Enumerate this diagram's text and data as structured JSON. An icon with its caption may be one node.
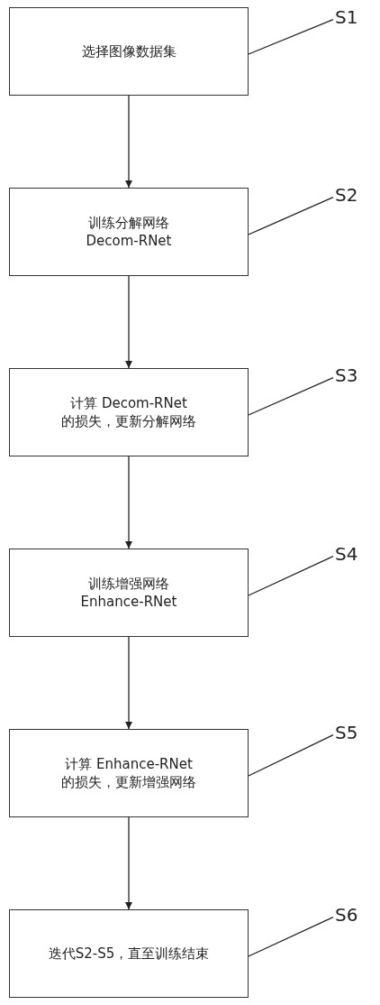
{
  "diagram": {
    "nodes": [
      {
        "text": [
          "选择图像数据集"
        ]
      },
      {
        "text": [
          "S1"
        ]
      },
      {
        "text": [
          "训练分解网络 Decom-RNet"
        ]
      },
      {
        "text": [
          "S2"
        ]
      },
      {
        "text": [
          "计算 Decom-RNet 的损失，更新分解网络"
        ]
      },
      {
        "text": [
          "S3"
        ]
      },
      {
        "text": [
          "训练增强网络 Enhance-RNet"
        ]
      },
      {
        "text": [
          "S4"
        ]
      },
      {
        "text": [
          "计算 Enhance-RNet 的损失，更新增强网络"
        ]
      },
      {
        "text": [
          "S5"
        ]
      },
      {
        "text": [
          "迭代S2-S5，直至训练结束"
        ]
      },
      {
        "text": [
          "S6"
        ]
      }
    ],
    "edges": [
      {
        "from": 0,
        "to": 2,
        "arrow": "to"
      },
      {
        "from": 2,
        "to": 4,
        "arrow": "to"
      },
      {
        "from": 4,
        "to": 6,
        "arrow": "to"
      },
      {
        "from": 6,
        "to": 8,
        "arrow": "to"
      },
      {
        "from": 8,
        "to": 10,
        "arrow": "to"
      },
      {
        "from": 1,
        "to": 0,
        "arrow": "none"
      },
      {
        "from": 3,
        "to": 2,
        "arrow": "none"
      },
      {
        "from": 5,
        "to": 4,
        "arrow": "none"
      },
      {
        "from": 7,
        "to": 6,
        "arrow": "none"
      },
      {
        "from": 9,
        "to": 8,
        "arrow": "none"
      },
      {
        "from": 11,
        "to": 10,
        "arrow": "none"
      }
    ]
  }
}
